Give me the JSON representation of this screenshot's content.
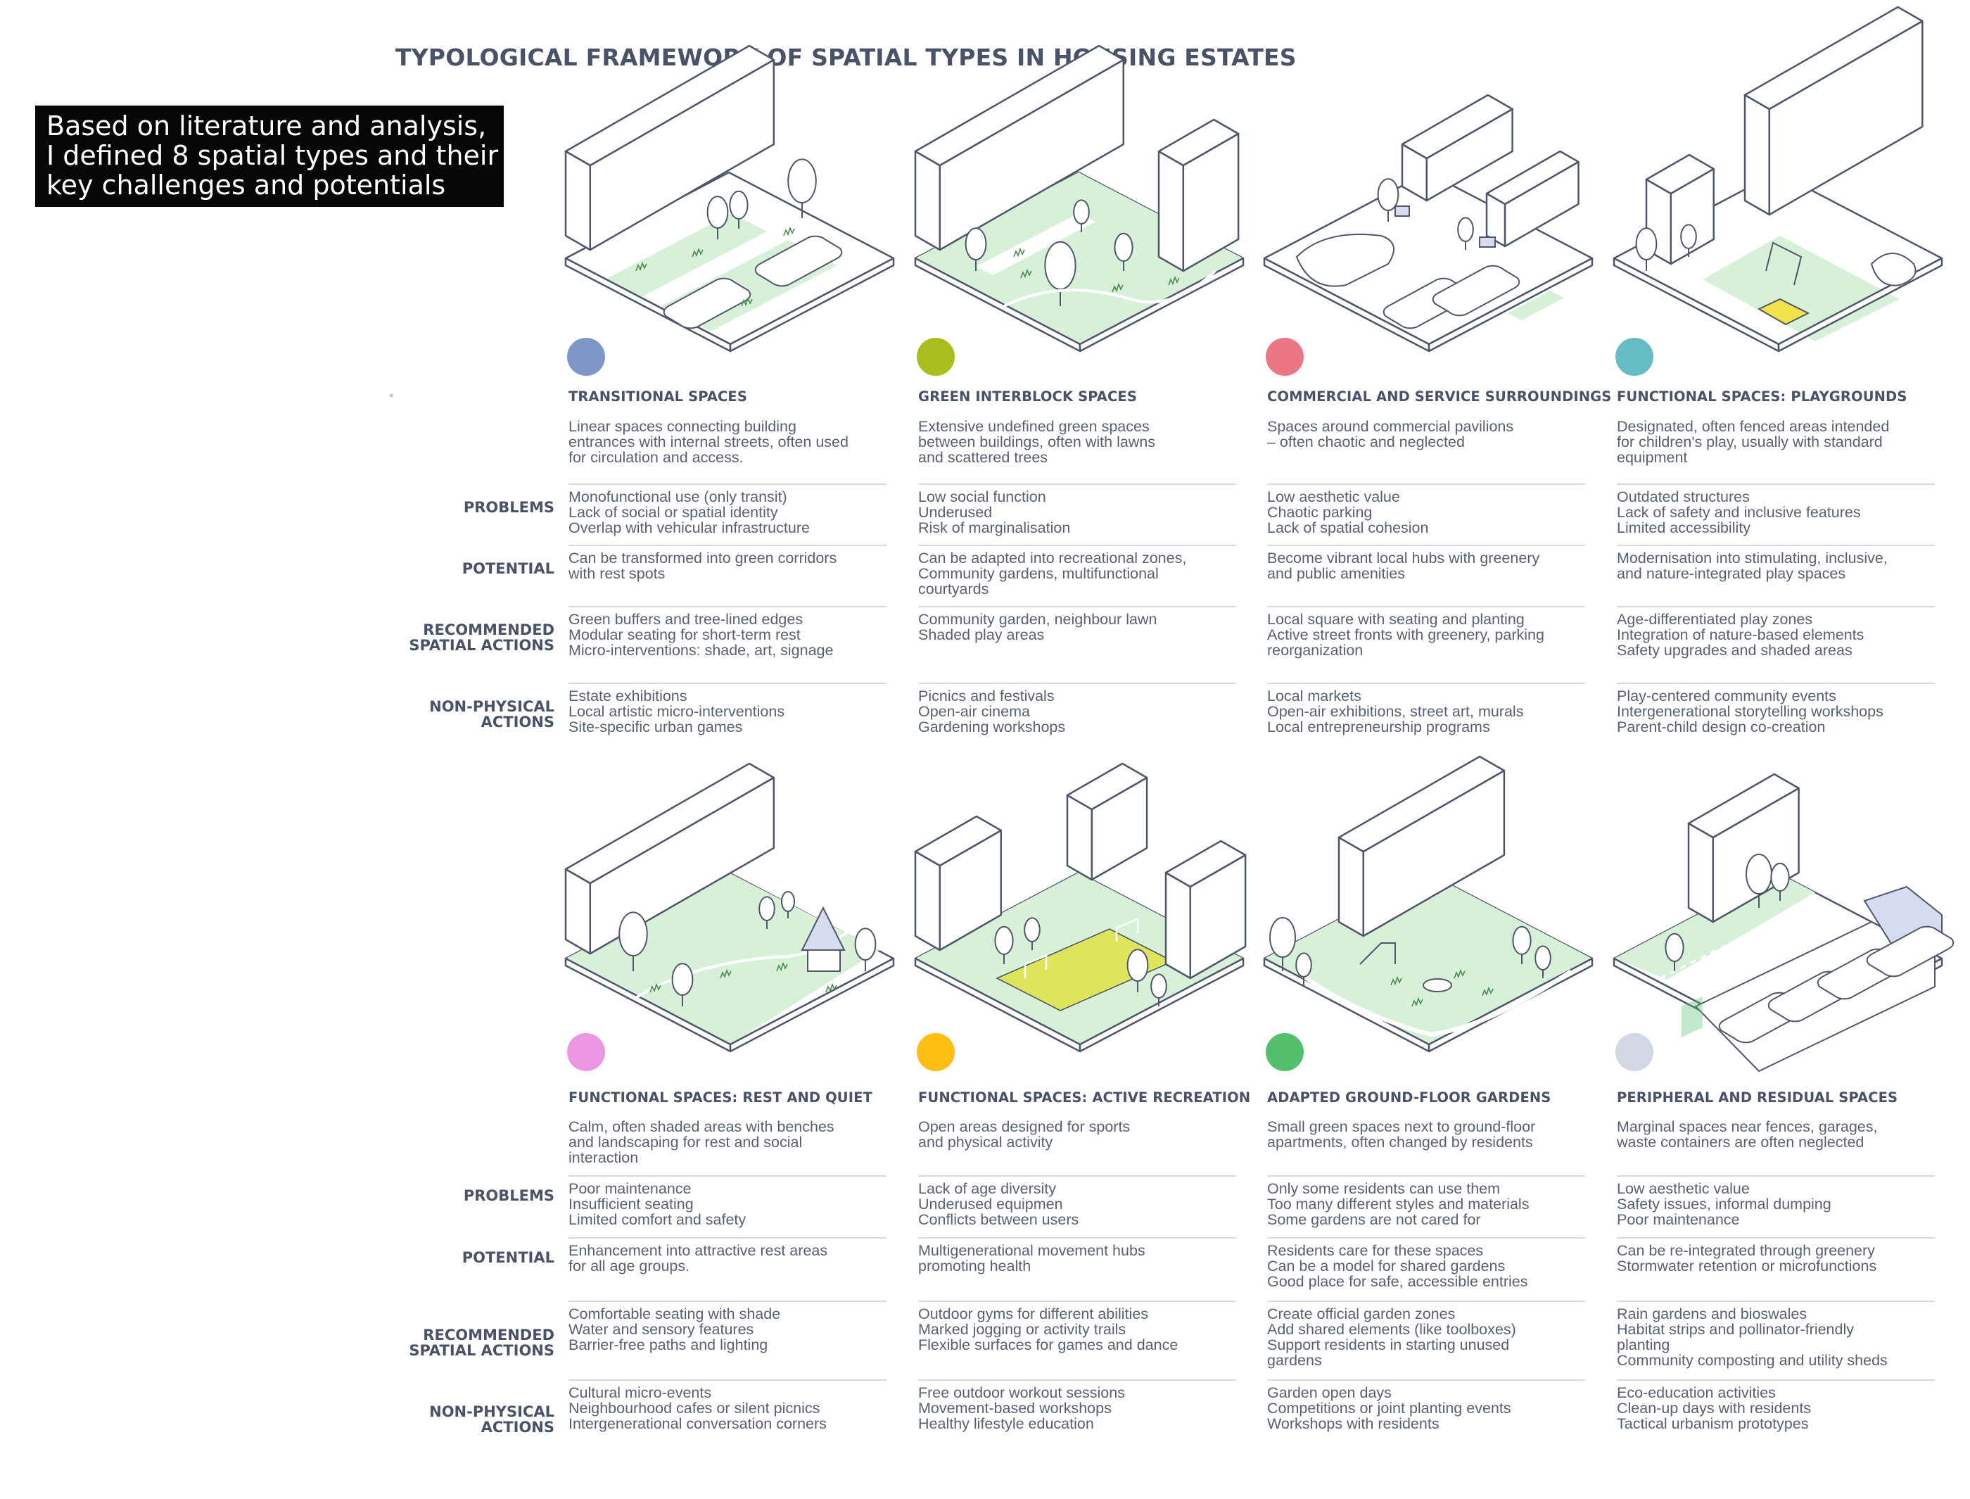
{
  "title": "TYPOLOGICAL FRAMEWORK OF SPATIAL TYPES IN HOUSING ESTATES",
  "intro": [
    "Based on literature and analysis,",
    "I defined 8 spatial types and their",
    "key challenges and potentials"
  ],
  "labels": {
    "problems": "PROBLEMS",
    "potential": "POTENTIAL",
    "recommended": [
      "RECOMMENDED",
      "SPATIAL ACTIONS"
    ],
    "nonphysical": [
      "NON-PHYSICAL",
      "ACTIONS"
    ]
  },
  "colors": {
    "dot_transitional": "#7f96c9",
    "dot_green_interblock": "#a9be1d",
    "dot_commercial": "#ec7683",
    "dot_playgrounds": "#66bcc4",
    "dot_rest": "#ea96e1",
    "dot_active": "#ffbe14",
    "dot_gardens": "#52c06d",
    "dot_peripheral": "#d4d7e3",
    "green_fill": "#d7f1d8",
    "line": "#4f566b",
    "accent_yellow": "#f3e24a",
    "accent_lime": "#dde65a",
    "garage_blue": "#d6dbee"
  },
  "cards": [
    {
      "title": "TRANSITIONAL SPACES",
      "dot": "#7f96c9",
      "icon": "transitional-spaces-illustration",
      "desc": [
        "Linear spaces connecting building",
        "entrances with internal streets, often used",
        "for circulation and access."
      ],
      "problems": [
        "Monofunctional use (only transit)",
        "Lack of social or spatial identity",
        "Overlap with vehicular infrastructure"
      ],
      "potential": [
        "Can be transformed into green corridors",
        "with rest spots"
      ],
      "recommended": [
        "Green buffers and tree-lined edges",
        "Modular seating for short-term rest",
        "Micro-interventions: shade, art, signage"
      ],
      "nonphysical": [
        "Estate exhibitions",
        "Local artistic micro-interventions",
        "Site-specific urban games"
      ]
    },
    {
      "title": "GREEN INTERBLOCK SPACES",
      "dot": "#a9be1d",
      "icon": "green-interblock-illustration",
      "desc": [
        "Extensive undefined green spaces",
        "between buildings, often with lawns",
        "and scattered trees"
      ],
      "problems": [
        "Low social function",
        "Underused",
        "Risk of marginalisation"
      ],
      "potential": [
        "Can be adapted into recreational zones,",
        "Community gardens, multifunctional",
        "courtyards"
      ],
      "recommended": [
        "Community garden, neighbour lawn",
        "Shaded play areas"
      ],
      "nonphysical": [
        "Picnics and festivals",
        "Open-air cinema",
        "Gardening workshops"
      ]
    },
    {
      "title": "COMMERCIAL AND SERVICE SURROUNDINGS",
      "dot": "#ec7683",
      "icon": "commercial-surroundings-illustration",
      "desc": [
        "Spaces around commercial pavilions",
        "– often chaotic and neglected"
      ],
      "problems": [
        "Low aesthetic value",
        "Chaotic parking",
        "Lack of spatial cohesion"
      ],
      "potential": [
        "Become vibrant local hubs with greenery",
        "and public amenities"
      ],
      "recommended": [
        "Local square with seating and planting",
        "Active street fronts with greenery, parking",
        "reorganization"
      ],
      "nonphysical": [
        "Local markets",
        "Open-air exhibitions, street art, murals",
        "Local entrepreneurship programs"
      ]
    },
    {
      "title": "FUNCTIONAL SPACES: PLAYGROUNDS",
      "dot": "#66bcc4",
      "icon": "playgrounds-illustration",
      "desc": [
        "Designated, often fenced areas intended",
        "for children's play, usually with standard",
        "equipment"
      ],
      "problems": [
        "Outdated structures",
        "Lack of safety and inclusive features",
        "Limited accessibility"
      ],
      "potential": [
        "Modernisation into stimulating, inclusive,",
        "and nature-integrated play spaces"
      ],
      "recommended": [
        "Age-differentiated play zones",
        "Integration of nature-based elements",
        "Safety upgrades and shaded areas"
      ],
      "nonphysical": [
        "Play-centered community events",
        "Intergenerational storytelling workshops",
        "Parent-child design co-creation"
      ]
    },
    {
      "title": "FUNCTIONAL SPACES: REST AND QUIET",
      "dot": "#ea96e1",
      "icon": "rest-and-quiet-illustration",
      "desc": [
        "Calm, often shaded areas with benches",
        "and landscaping for rest and social",
        "interaction"
      ],
      "problems": [
        "Poor maintenance",
        "Insufficient seating",
        "Limited comfort and safety"
      ],
      "potential": [
        "Enhancement into attractive rest areas",
        "for all age groups."
      ],
      "recommended": [
        "Comfortable seating with shade",
        "Water and sensory features",
        "Barrier-free paths and lighting"
      ],
      "nonphysical": [
        "Cultural micro-events",
        "Neighbourhood cafes or silent picnics",
        "Intergenerational conversation corners"
      ]
    },
    {
      "title": "FUNCTIONAL SPACES: ACTIVE RECREATION",
      "dot": "#ffbe14",
      "icon": "active-recreation-illustration",
      "desc": [
        "Open areas designed for sports",
        "and physical activity"
      ],
      "problems": [
        "Lack of age diversity",
        "Underused equipmen",
        "Conflicts between users"
      ],
      "potential": [
        "Multigenerational movement hubs",
        "promoting health"
      ],
      "recommended": [
        "Outdoor gyms for different abilities",
        "Marked jogging or activity trails",
        "Flexible surfaces for games and dance"
      ],
      "nonphysical": [
        "Free outdoor workout sessions",
        "Movement-based workshops",
        "Healthy lifestyle education"
      ]
    },
    {
      "title": "ADAPTED GROUND-FLOOR GARDENS",
      "dot": "#52c06d",
      "icon": "ground-floor-gardens-illustration",
      "desc": [
        "Small green spaces next to ground-floor",
        "apartments, often changed by residents"
      ],
      "problems": [
        "Only some residents can use them",
        "Too many different styles and materials",
        "Some gardens are not cared for"
      ],
      "potential": [
        "Residents care for these spaces",
        "Can be a model for shared gardens",
        "Good place for safe, accessible entries"
      ],
      "recommended": [
        "Create official garden zones",
        "Add shared elements (like toolboxes)",
        "Support residents in starting unused",
        "gardens"
      ],
      "nonphysical": [
        "Garden open days",
        "Competitions or joint planting events",
        "Workshops with residents"
      ]
    },
    {
      "title": "PERIPHERAL AND RESIDUAL SPACES",
      "dot": "#d4d7e3",
      "icon": "peripheral-spaces-illustration",
      "desc": [
        "Marginal spaces near fences, garages,",
        "waste containers are often neglected"
      ],
      "problems": [
        "Low aesthetic value",
        "Safety issues, informal dumping",
        "Poor maintenance"
      ],
      "potential": [
        "Can be re-integrated through greenery",
        "Stormwater retention or microfunctions"
      ],
      "recommended": [
        "Rain gardens and bioswales",
        "Habitat strips and pollinator-friendly",
        "planting",
        "Community composting and utility sheds"
      ],
      "nonphysical": [
        "Eco-education activities",
        "Clean-up days with residents",
        "Tactical urbanism prototypes"
      ]
    }
  ]
}
